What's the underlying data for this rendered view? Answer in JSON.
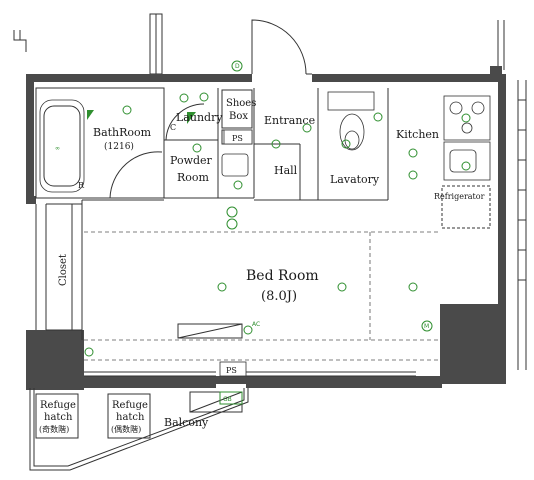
{
  "rooms": {
    "bathroom": "BathRoom",
    "bathroom_size": "(1216)",
    "laundry": "Laundry",
    "shoes_box_1": "Shoes",
    "shoes_box_2": "Box",
    "entrance": "Entrance",
    "powder_1": "Powder",
    "powder_2": "Room",
    "hall": "Hall",
    "lavatory": "Lavatory",
    "kitchen": "Kitchen",
    "refrigerator": "Refrigerator",
    "closet": "Closet",
    "bedroom": "Bed Room",
    "bedroom_size": "(8.0J)",
    "balcony": "Balcony",
    "refuge_left_1": "Refuge",
    "refuge_left_2": "hatch",
    "refuge_left_3": "(奇数階)",
    "refuge_right_1": "Refuge",
    "refuge_right_2": "hatch",
    "refuge_right_3": "(偶数階)"
  },
  "labels": {
    "ps_top": "PS",
    "ps_bottom": "PS",
    "gb": "GB",
    "ac": "AC",
    "m": "M",
    "d": "D",
    "c": "C",
    "r": "R",
    "bath_icon": "∞"
  },
  "icons": [
    "light-icon",
    "outlet-icon",
    "sink-icon",
    "toilet-icon",
    "stove-icon",
    "bathtub-icon"
  ],
  "colors": {
    "wall": "#4a4a4a",
    "symbol": "#2f8f2f",
    "line": "#333333"
  }
}
